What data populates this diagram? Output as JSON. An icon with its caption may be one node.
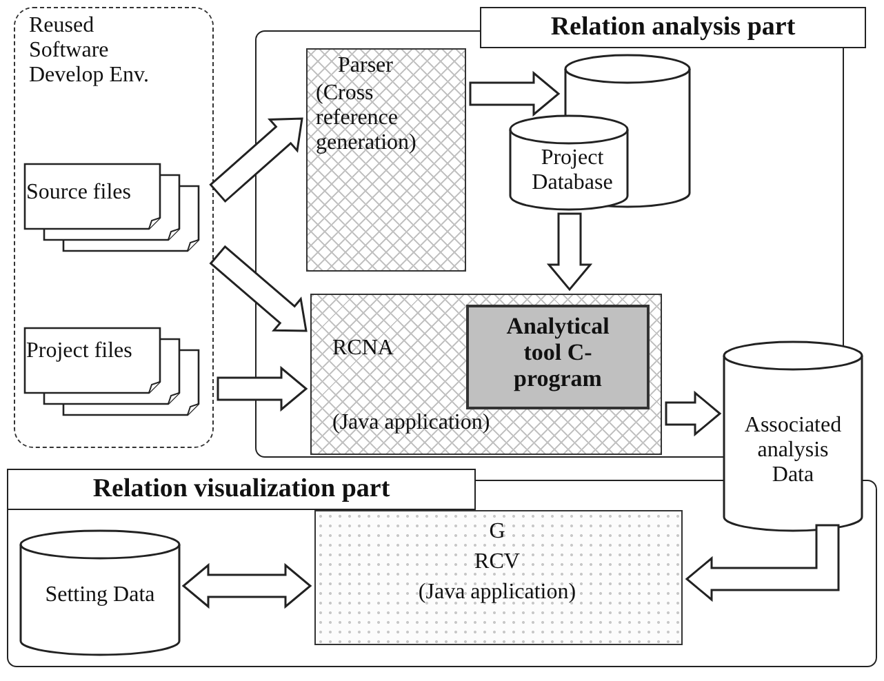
{
  "diagram": {
    "nodes": [
      {
        "text": [
          "Reused Software Develop Env."
        ]
      },
      {
        "text": [
          "Source files"
        ],
        "in": 0
      },
      {
        "text": [
          "Project files"
        ],
        "in": 0
      },
      {
        "text": [
          "Relation analysis part"
        ]
      },
      {
        "text": [
          "Parser",
          "(Cross reference generation)"
        ],
        "in": 3
      },
      {
        "text": [
          "Project Database"
        ],
        "in": 3
      },
      {
        "text": [
          "RCNA",
          "(Java application)"
        ],
        "in": 3
      },
      {
        "text": [
          "Analytical tool C-program"
        ],
        "in": 6
      },
      {
        "text": [
          "Associated analysis Data"
        ]
      },
      {
        "text": [
          "Relation visualization part"
        ]
      },
      {
        "text": [
          "Setting Data"
        ],
        "in": 9
      },
      {
        "text": [
          "G",
          "RCV",
          "(Java application)"
        ],
        "in": 9
      }
    ],
    "edges": [
      {
        "from": 0,
        "to": 4,
        "arrow": "to"
      },
      {
        "from": 0,
        "to": 6,
        "arrow": "to"
      },
      {
        "from": 0,
        "to": 6,
        "arrow": "to"
      },
      {
        "from": 4,
        "to": 5,
        "arrow": "to"
      },
      {
        "from": 5,
        "to": 6,
        "arrow": "to"
      },
      {
        "from": 6,
        "to": 8,
        "arrow": "to"
      },
      {
        "from": 8,
        "to": 11,
        "arrow": "to"
      },
      {
        "from": 10,
        "to": 11,
        "arrow": "both"
      }
    ]
  }
}
